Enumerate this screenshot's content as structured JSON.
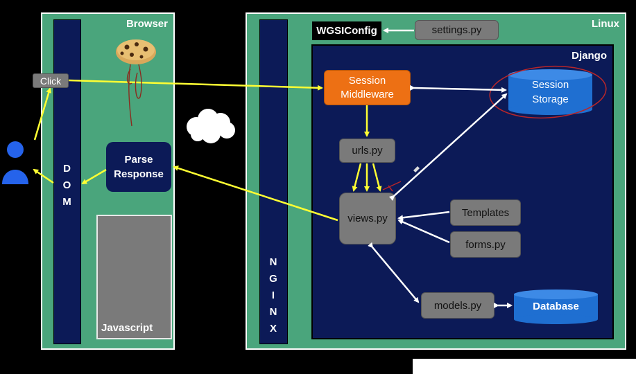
{
  "browser": {
    "title": "Browser",
    "dom_label": [
      "D",
      "O",
      "M"
    ],
    "click_label": "Click",
    "parse_response_label": "Parse\nResponse",
    "javascript_label": "Javascript"
  },
  "linux": {
    "title": "Linux",
    "nginx_label": [
      "N",
      "G",
      "I",
      "N",
      "X"
    ],
    "wsgi_label": "WGSIConfig",
    "settings_label": "settings.py"
  },
  "django": {
    "title": "Django",
    "session_middleware_label": "Session\nMiddleware",
    "session_storage_label": "Session\nStorage",
    "urls_label": "urls.py",
    "views_label": "views.py",
    "templates_label": "Templates",
    "forms_label": "forms.py",
    "models_label": "models.py",
    "database_label": "Database"
  },
  "icons": [
    "person-icon",
    "cookie-icon",
    "cloud-icon"
  ],
  "colors": {
    "panel_green": "#4aa57c",
    "navy": "#0c1a57",
    "orange": "#ed7014",
    "db_blue": "#1f6fd1",
    "arrow_yellow": "#ffff33",
    "arrow_white": "#ffffff",
    "annotation_red": "#b8262a"
  }
}
